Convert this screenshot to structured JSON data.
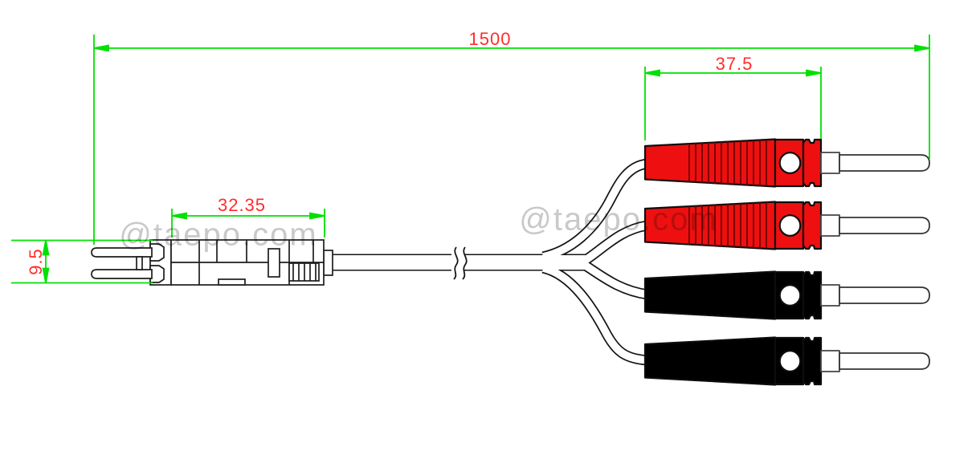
{
  "drawing": {
    "watermarks": {
      "left": "@taepo.com",
      "center": "@taepo.com"
    },
    "dimensions": {
      "overall_length": "1500",
      "banana_plug_length": "37.5",
      "test_plug_length": "32.35",
      "test_plug_height": "9.5"
    },
    "colors": {
      "dimension_line": "#00e100",
      "dimension_text": "#ff2d2d",
      "banana_red": "#ee1010",
      "banana_black": "#000000",
      "outline": "#111111",
      "watermark": "#c9c9c9",
      "background": "#ffffff"
    }
  }
}
